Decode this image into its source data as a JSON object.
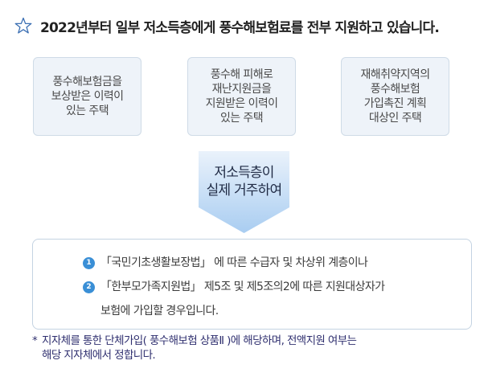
{
  "title": "2022년부터 일부 저소득층에게 풍수해보험료를 전부 지원하고 있습니다.",
  "title_icon": "star-outline-icon",
  "cards": [
    {
      "label": "풍수해보험금을\n보상받은 이력이\n있는 주택"
    },
    {
      "label": "풍수해 피해로\n재난지원금을\n지원받은 이력이\n있는 주택"
    },
    {
      "label": "재해취약지역의\n풍수해보험\n가입촉진 계획\n대상인 주택"
    }
  ],
  "result": "저소득층이\n실제 거주하여",
  "conditions": [
    {
      "number": "1",
      "lines": [
        "「국민기초생활보장법」 에 따른 수급자 및 차상위 계층이나"
      ]
    },
    {
      "number": "2",
      "lines": [
        "「한부모가족지원법」 제5조 및 제5조의2에 따른 지원대상자가",
        "보험에 가입할 경우입니다."
      ]
    }
  ],
  "footnote_mark": "*",
  "footnote": "지자체를 통한 단체가입( 풍수해보험 상품Ⅱ )에 해당하며, 전액지원 여부는\n해당 지자체에서 정합니다.",
  "colors": {
    "card_bg": "#eef3f9",
    "arrow_top": "#eaf2fb",
    "arrow_bottom": "#a9cdf1",
    "number_badge": "#3a8fd6",
    "footnote_text": "#2f2f6f"
  }
}
